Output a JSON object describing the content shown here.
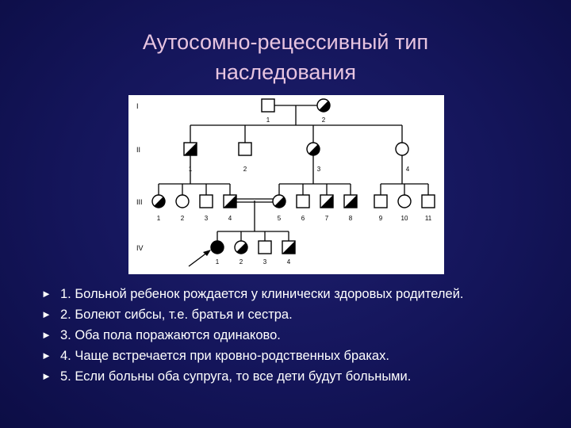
{
  "slide": {
    "title_line1": "Аутосомно-рецессивный тип",
    "title_line2": "наследования"
  },
  "pedigree": {
    "generations": [
      "I",
      "II",
      "III",
      "IV"
    ],
    "gen1": [
      "1",
      "2"
    ],
    "gen2": [
      "1",
      "2",
      "3",
      "4"
    ],
    "gen3": [
      "1",
      "2",
      "3",
      "4",
      "5",
      "6",
      "7",
      "8",
      "9",
      "10",
      "11"
    ],
    "gen4": [
      "1",
      "2",
      "3",
      "4"
    ]
  },
  "bullets": [
    {
      "marker": "►",
      "text": "1. Больной ребенок рождается у клинически здоровых родителей."
    },
    {
      "marker": "►",
      "text": "2. Болеют сибсы, т.е. братья и сестра."
    },
    {
      "marker": "►",
      "text": "3. Оба пола поражаются одинаково."
    },
    {
      "marker": "►",
      "text": "4. Чаще встречается при кровно-родственных браках."
    },
    {
      "marker": "►",
      "text": "5. Если больны оба супруга, то все дети  будут больными."
    }
  ]
}
